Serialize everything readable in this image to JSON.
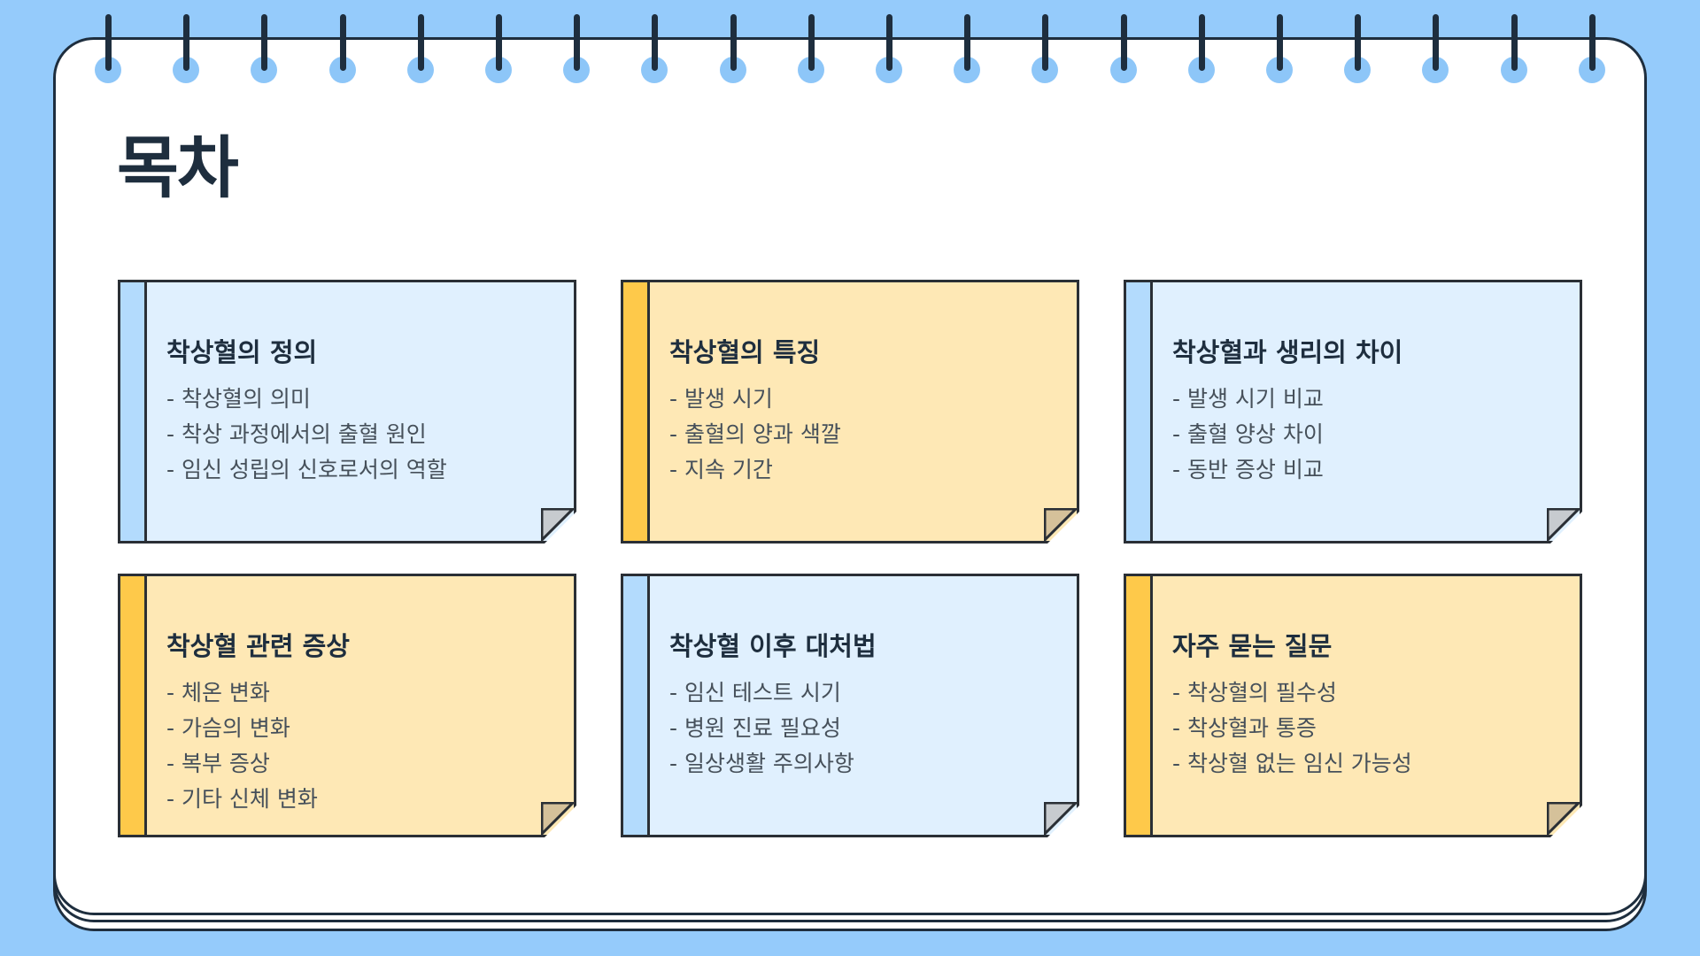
{
  "colors": {
    "background": "#95cbfb",
    "paper": "#ffffff",
    "ink": "#1e2e3e",
    "blue_note": "#e0f0fe",
    "blue_stripe": "#b3dbfd",
    "yellow_note": "#fee8b5",
    "yellow_stripe": "#fec94a"
  },
  "page": {
    "title": "목차"
  },
  "notes": [
    {
      "color": "blue",
      "title": "착상혈의 정의",
      "items": [
        "- 착상혈의 의미",
        "- 착상 과정에서의 출혈 원인",
        "- 임신 성립의 신호로서의 역할"
      ]
    },
    {
      "color": "yellow",
      "title": "착상혈의 특징",
      "items": [
        "- 발생 시기",
        "- 출혈의 양과 색깔",
        "- 지속 기간"
      ]
    },
    {
      "color": "blue",
      "title": "착상혈과 생리의 차이",
      "items": [
        "- 발생 시기 비교",
        "- 출혈 양상 차이",
        "- 동반 증상 비교"
      ]
    },
    {
      "color": "yellow",
      "title": "착상혈 관련 증상",
      "items": [
        "- 체온 변화",
        "- 가슴의 변화",
        "- 복부 증상",
        "- 기타 신체 변화"
      ]
    },
    {
      "color": "blue",
      "title": "착상혈 이후 대처법",
      "items": [
        "- 임신 테스트 시기",
        "- 병원 진료 필요성",
        "- 일상생활 주의사항"
      ]
    },
    {
      "color": "yellow",
      "title": "자주 묻는 질문",
      "items": [
        "- 착상혈의 필수성",
        "- 착상혈과 통증",
        "- 착상혈 없는 임신 가능성"
      ]
    }
  ]
}
